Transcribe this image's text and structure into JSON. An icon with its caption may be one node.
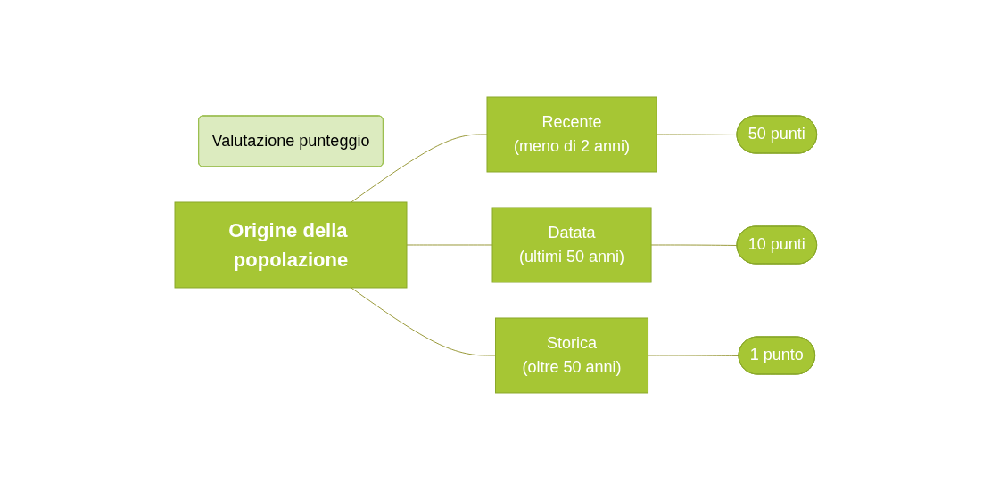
{
  "diagram": {
    "nodes": [
      {
        "text": [
          "Valutazione punteggio"
        ]
      },
      {
        "text": [
          "Origine della popolazione"
        ]
      },
      {
        "text": [
          "Recente",
          "(meno di 2 anni)"
        ]
      },
      {
        "text": [
          "Datata",
          "(ultimi 50 anni)"
        ]
      },
      {
        "text": [
          "Storica",
          "(oltre 50 anni)"
        ]
      },
      {
        "text": [
          "50 punti"
        ]
      },
      {
        "text": [
          "10 punti"
        ]
      },
      {
        "text": [
          "1 punto"
        ]
      }
    ],
    "edges": [
      {
        "from": 1,
        "to": 2,
        "arrow": "none"
      },
      {
        "from": 1,
        "to": 3,
        "arrow": "none"
      },
      {
        "from": 1,
        "to": 4,
        "arrow": "none"
      },
      {
        "from": 2,
        "to": 5,
        "arrow": "none"
      },
      {
        "from": 3,
        "to": 6,
        "arrow": "none"
      },
      {
        "from": 4,
        "to": 7,
        "arrow": "none"
      }
    ]
  }
}
